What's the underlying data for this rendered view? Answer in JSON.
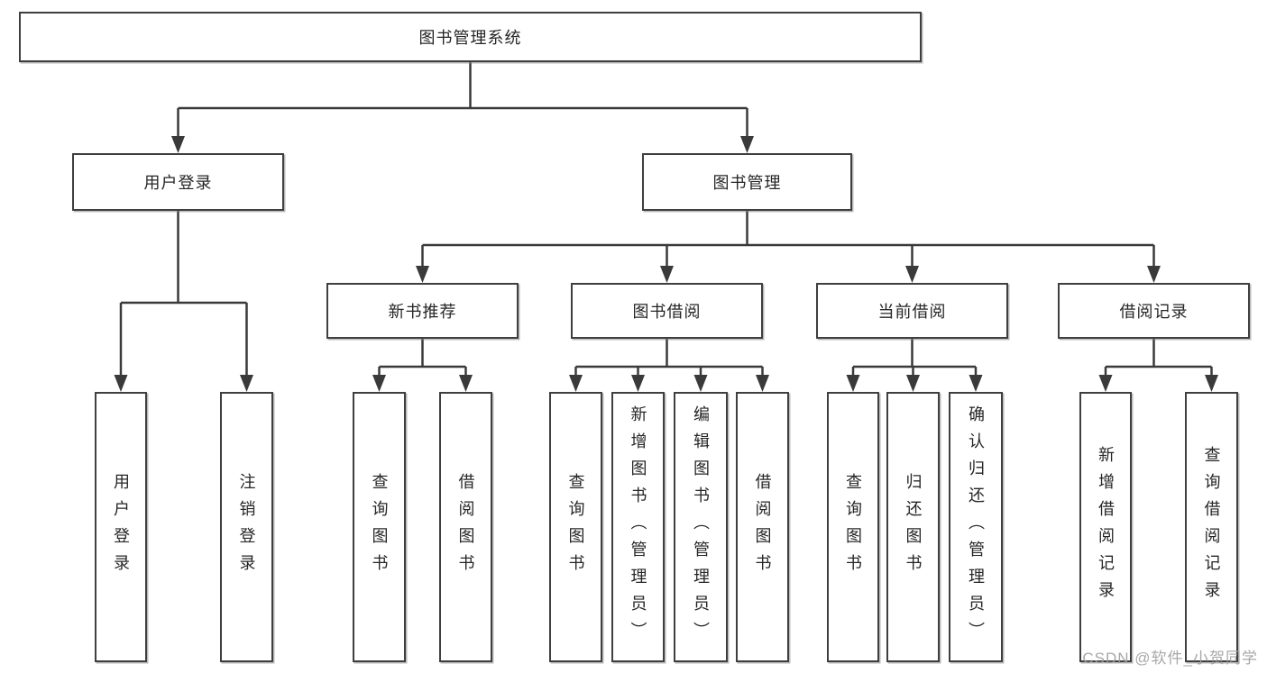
{
  "diagram": {
    "root": {
      "label": "图书管理系统"
    },
    "level2": [
      {
        "label": "用户登录"
      },
      {
        "label": "图书管理"
      }
    ],
    "level3": [
      {
        "label": "新书推荐"
      },
      {
        "label": "图书借阅"
      },
      {
        "label": "当前借阅"
      },
      {
        "label": "借阅记录"
      }
    ],
    "leaves": [
      {
        "label": "用户登录"
      },
      {
        "label": "注销登录"
      },
      {
        "label": "查询图书"
      },
      {
        "label": "借阅图书"
      },
      {
        "label": "查询图书"
      },
      {
        "label": "新增图书（管理员）"
      },
      {
        "label": "编辑图书（管理员）"
      },
      {
        "label": "借阅图书"
      },
      {
        "label": "查询图书"
      },
      {
        "label": "归还图书"
      },
      {
        "label": "确认归还（管理员）"
      },
      {
        "label": "新增借阅记录"
      },
      {
        "label": "查询借阅记录"
      }
    ]
  },
  "watermark": {
    "text": "CSDN @软件_小贺同学"
  },
  "colors": {
    "line": "#3a3a3a",
    "box_border": "#3f3f3f",
    "text": "#262626",
    "watermark": "#9e9e9e",
    "background": "#ffffff"
  }
}
